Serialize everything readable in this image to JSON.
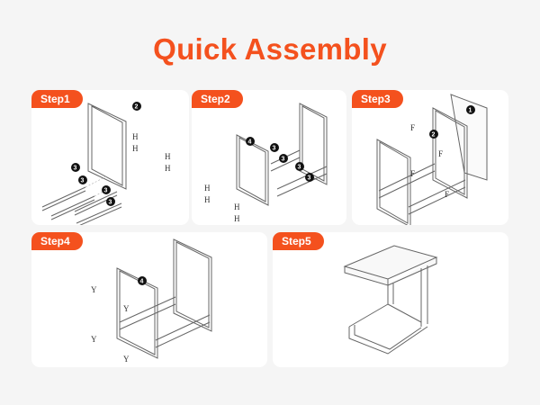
{
  "title": "Quick Assembly",
  "steps": [
    {
      "label": "Step1",
      "parts": [
        "2",
        "3",
        "3",
        "3",
        "3"
      ],
      "hardware": "H"
    },
    {
      "label": "Step2",
      "parts": [
        "4",
        "3",
        "3",
        "3",
        "3"
      ],
      "hardware": "H"
    },
    {
      "label": "Step3",
      "parts": [
        "1",
        "2"
      ],
      "hardware": "F"
    },
    {
      "label": "Step4",
      "parts": [
        "4"
      ],
      "hardware": "Y"
    },
    {
      "label": "Step5"
    }
  ],
  "colors": {
    "accent": "#f4511e"
  }
}
